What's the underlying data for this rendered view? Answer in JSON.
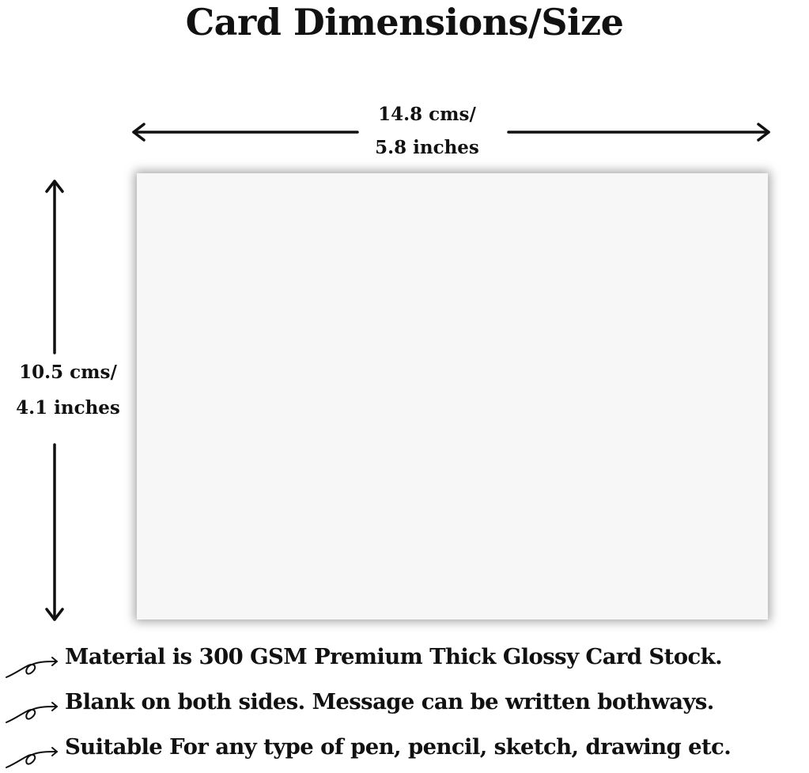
{
  "title": "Card Dimensions/Size",
  "width_label": [
    "14.8 cms/",
    "5.8 inches"
  ],
  "height_label": [
    "10.5 cms/",
    "4.1 inches"
  ],
  "features": [
    {
      "text": "Material is 300 GSM Premium Thick Glossy Card Stock.",
      "icon": "curly-arrow-icon"
    },
    {
      "text": "Blank on both sides. Message can be written bothways.",
      "icon": "curly-arrow-icon"
    },
    {
      "text": "Suitable For any type of pen, pencil, sketch, drawing etc.",
      "icon": "curly-arrow-icon"
    }
  ],
  "colors": {
    "text": "#111111",
    "card": "#f7f7f7",
    "background": "#ffffff"
  }
}
